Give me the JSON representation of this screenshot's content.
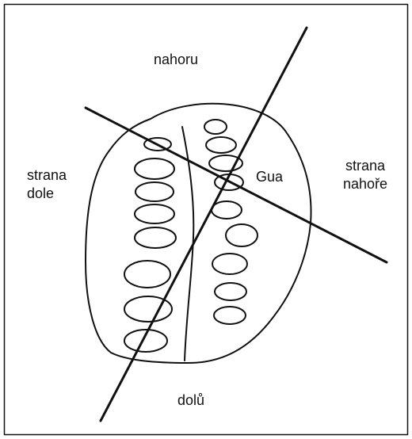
{
  "labels": {
    "top": "nahoru",
    "bottom": "dolů",
    "left_line1": "strana",
    "left_line2": "dole",
    "right_line1": "strana",
    "right_line2": "nahoře",
    "center": "Gua"
  },
  "colors": {
    "stroke": "#111111",
    "background": "#ffffff"
  }
}
